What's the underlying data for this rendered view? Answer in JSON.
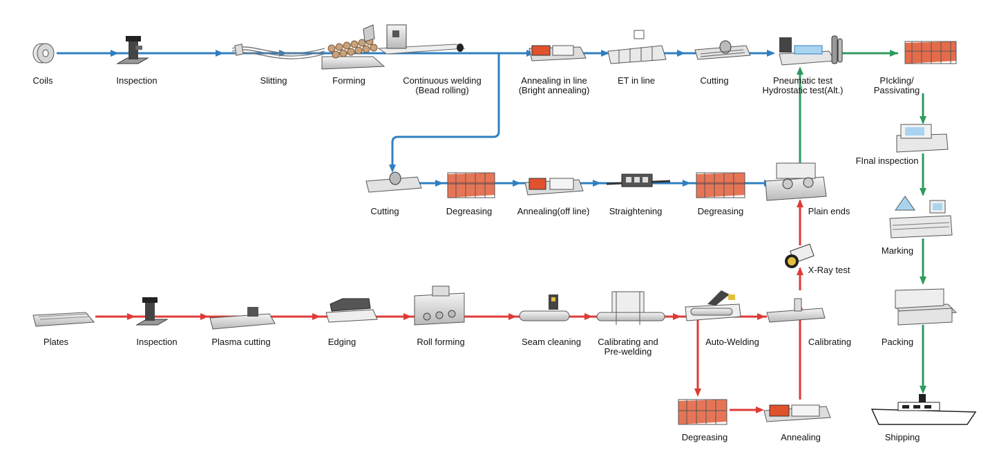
{
  "colors": {
    "blue": "#2f7fc1",
    "red": "#de3a36",
    "green": "#2e9a5e",
    "hot": "#e0522c"
  },
  "labels": {
    "coils": "Coils",
    "inspection_top": "Inspection",
    "slitting": "Slitting",
    "forming": "Forming",
    "continuous_welding": [
      "Continuous welding",
      "(Bead rolling)"
    ],
    "annealing_in_line": [
      "Annealing in line",
      "(Bright annealing)"
    ],
    "et_in_line": "ET in line",
    "cutting_top": "Cutting",
    "pressure_test": [
      "Pneumatic test",
      "Hydrostatic test(Alt.)"
    ],
    "pickling": [
      "PIckling/",
      "Passivating"
    ],
    "cutting_mid": "Cutting",
    "degreasing_mid1": "Degreasing",
    "annealing_off_line": "Annealing(off line)",
    "straightening": "Straightening",
    "degreasing_mid2": "Degreasing",
    "plain_ends": "Plain ends",
    "final_inspection": "FInal inspection",
    "marking": "Marking",
    "xray_test": "X-Ray test",
    "plates": "Plates",
    "inspection_bottom": "Inspection",
    "plasma_cutting": "Plasma cutting",
    "edging": "Edging",
    "roll_forming": "Roll forming",
    "seam_cleaning": "Seam cleaning",
    "calibrating_prewelding": [
      "Calibrating and",
      "Pre-welding"
    ],
    "auto_welding": "Auto-Welding",
    "calibrating": "Calibrating",
    "packing": "Packing",
    "degreasing_bottom": "Degreasing",
    "annealing_bottom": "Annealing",
    "shipping": "Shipping"
  },
  "icons": {
    "coils": "coil-icon",
    "inspection": "inspection-machine-icon",
    "slitting": "slitting-strip-icon",
    "forming": "forming-rolls-icon",
    "welding": "welding-head-icon",
    "annealing": "annealing-furnace-icon",
    "et": "eddy-current-tester-icon",
    "cutting": "cutting-saw-icon",
    "pressure_test": "pressure-test-rig-icon",
    "pickling": "pickling-tank-icon",
    "degreasing": "degreasing-tank-icon",
    "straightening": "straightener-icon",
    "plain_ends": "end-facing-machine-icon",
    "final_inspection": "inspection-console-icon",
    "marking": "marking-machine-icon",
    "xray": "xray-camera-icon",
    "plates": "plate-stack-icon",
    "plasma": "plasma-cutter-icon",
    "edging": "edge-milling-icon",
    "roll_forming": "roll-forming-press-icon",
    "seam_cleaning": "seam-cleaner-icon",
    "calibrating_prewelding": "calibrating-press-icon",
    "auto_welding": "auto-welder-icon",
    "calibrating": "calibrating-rig-icon",
    "packing": "packing-crate-icon",
    "shipping": "cargo-ship-icon"
  }
}
